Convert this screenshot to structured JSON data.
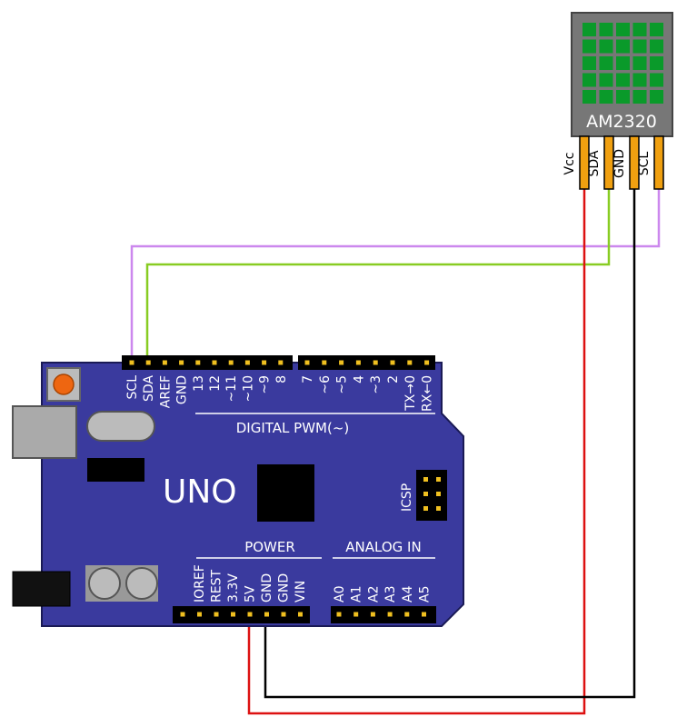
{
  "sensor": {
    "name": "AM2320",
    "pins": [
      "Vcc",
      "SDA",
      "GND",
      "SCL"
    ],
    "grid_color": "#0a9a2a"
  },
  "board": {
    "name": "UNO",
    "color": "#3a3a9e",
    "outline": "#1a1a55",
    "digital_label": "DIGITAL PWM(~)",
    "power_label": "POWER",
    "analog_label": "ANALOG IN",
    "icsp_label": "ICSP",
    "top_pins_left": [
      "SCL",
      "SDA",
      "AREF",
      "GND",
      "13",
      "12",
      "~11",
      "~10",
      "~9",
      "8"
    ],
    "top_pins_right": [
      "7",
      "~6",
      "~5",
      "4",
      "~3",
      "2",
      "TX→0",
      "RX←0"
    ],
    "power_pins": [
      "IOREF",
      "REST",
      "3.3V",
      "5V",
      "GND",
      "GND",
      "VIN"
    ],
    "analog_pins": [
      "A0",
      "A1",
      "A2",
      "A3",
      "A4",
      "A5"
    ]
  },
  "wires": {
    "scl_color": "#cc88ee",
    "sda_color": "#88cc22",
    "vcc_color": "#dd1111",
    "gnd_color": "#000000"
  }
}
